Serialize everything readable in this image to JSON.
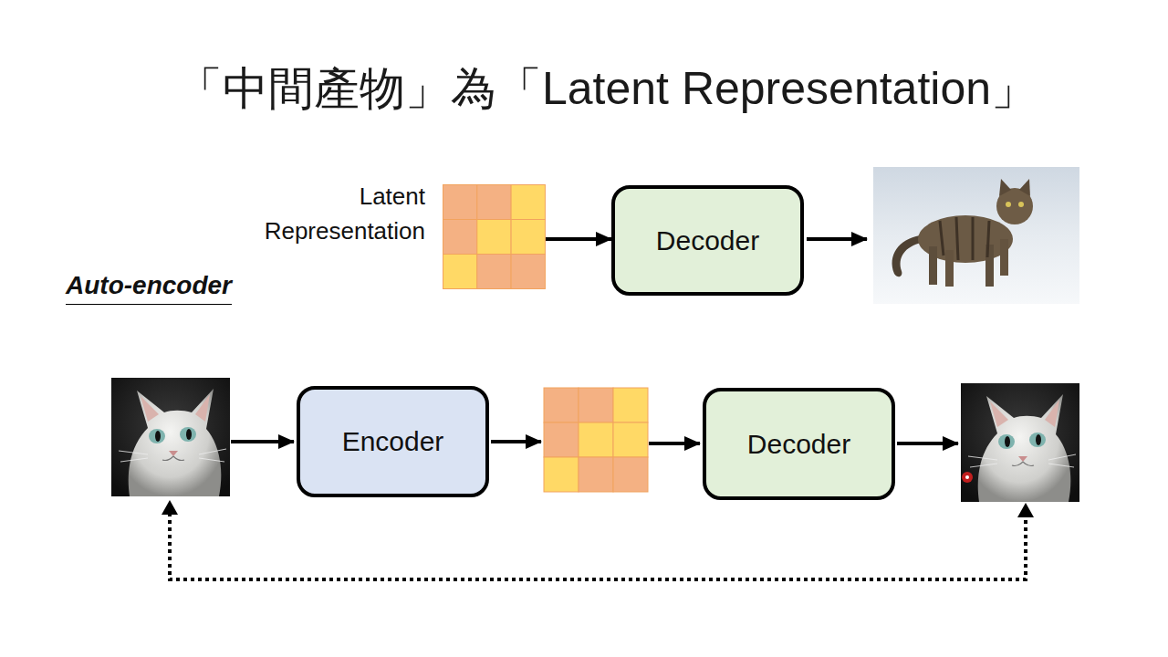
{
  "diagram": {
    "title": "「中間產物」為「Latent Representation」",
    "nodes": [
      {
        "text": [
          "Latent Representation"
        ]
      },
      {
        "text": [
          "Decoder"
        ]
      },
      {
        "text": [
          "Encoder"
        ]
      },
      {
        "text": [
          "Decoder"
        ]
      }
    ],
    "edges": [
      {
        "from": 0,
        "to": 1,
        "arrow": "to"
      }
    ],
    "labels": [
      "Auto-encoder"
    ]
  }
}
